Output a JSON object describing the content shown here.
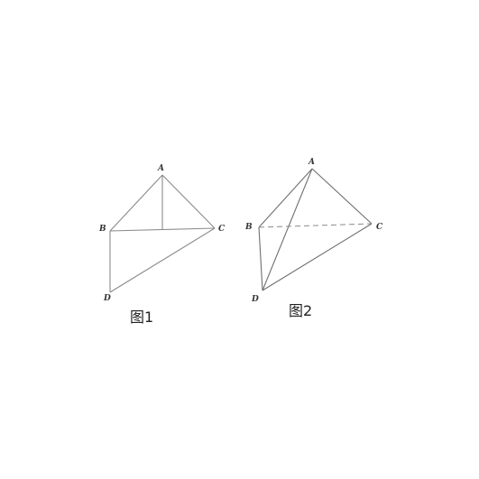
{
  "figure1": {
    "caption": "图1",
    "labels": {
      "A": "A",
      "B": "B",
      "C": "C",
      "D": "D"
    }
  },
  "figure2": {
    "caption": "图2",
    "labels": {
      "A": "A",
      "B": "B",
      "C": "C",
      "D": "D"
    }
  }
}
